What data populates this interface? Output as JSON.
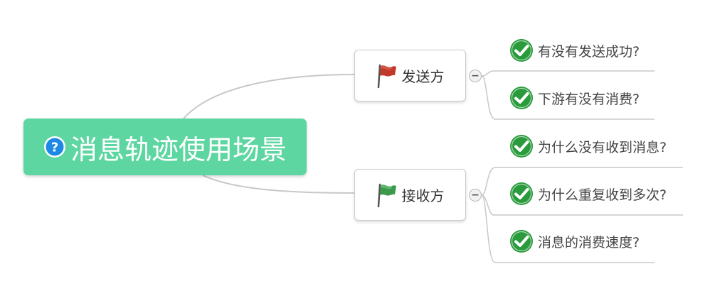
{
  "root": {
    "title": "消息轨迹使用场景",
    "icon": "question-icon",
    "color": "#5dd6a1"
  },
  "branches": [
    {
      "label": "发送方",
      "icon": "red-flag-icon",
      "flag_color": "#c0392b",
      "collapse_symbol": "−",
      "children": [
        {
          "label": "有没有发送成功?",
          "icon": "check-icon"
        },
        {
          "label": "下游有没有消费?",
          "icon": "check-icon"
        }
      ]
    },
    {
      "label": "接收方",
      "icon": "green-flag-icon",
      "flag_color": "#3c9a4a",
      "collapse_symbol": "−",
      "children": [
        {
          "label": "为什么没有收到消息?",
          "icon": "check-icon"
        },
        {
          "label": "为什么重复收到多次?",
          "icon": "check-icon"
        },
        {
          "label": "消息的消费速度?",
          "icon": "check-icon"
        }
      ]
    }
  ],
  "colors": {
    "check": "#2a9b3c",
    "connector": "#c8c8c8"
  }
}
